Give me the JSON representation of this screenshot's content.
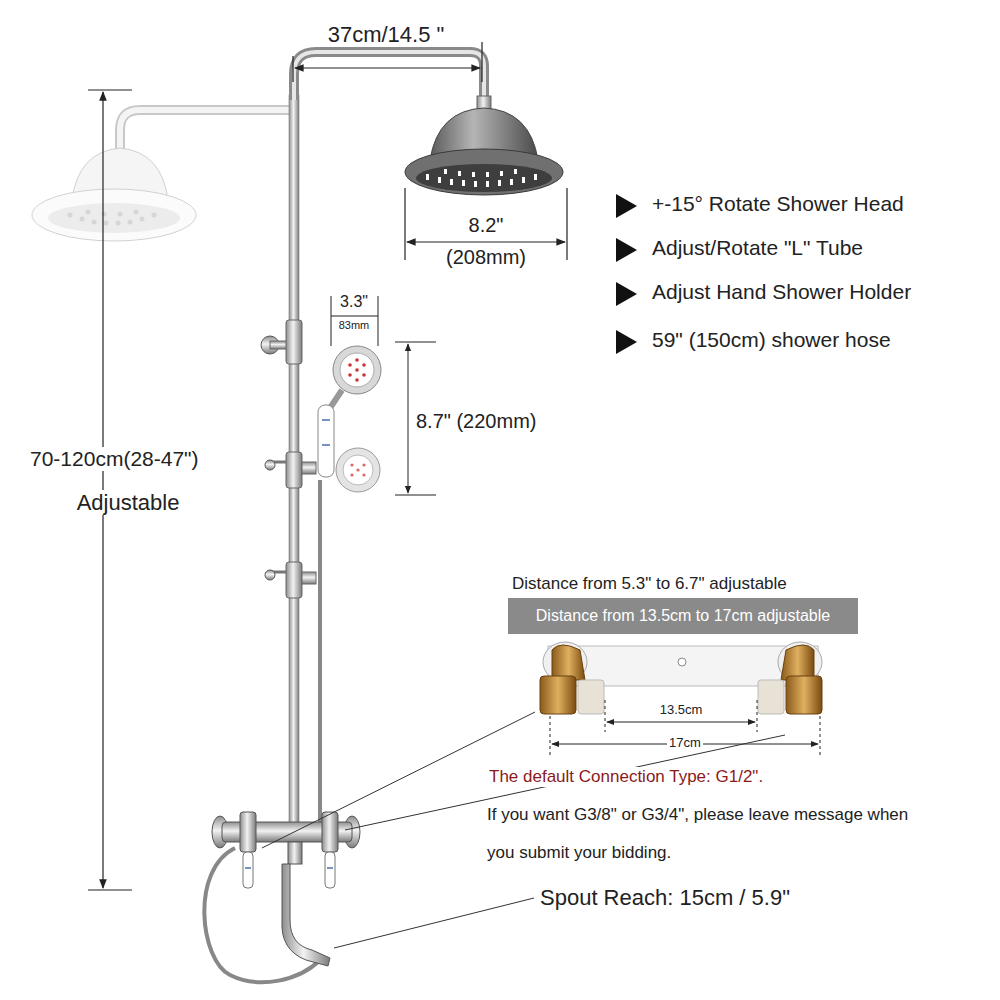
{
  "diagram": {
    "nodes": [
      {
        "text": [
          "Distance from 13.5cm to 17cm adjustable"
        ]
      }
    ],
    "labels": [
      "37cm/14.5 \"",
      "8.2\"",
      "(208mm)",
      "+-15° Rotate Shower Head",
      "Adjust/Rotate \"L\" Tube",
      "Adjust Hand Shower Holder",
      "59\" (150cm) shower hose",
      "3.3\"",
      "83mm",
      "8.7\" (220mm)",
      "70-120cm(28-47\")",
      "Adjustable",
      "Distance from 5.3\" to 6.7\" adjustable",
      "13.5cm",
      "17cm",
      "The default Connection Type: G1/2\".",
      "If you want G3/8\" or G3/4\", please leave message when you submit your bidding.",
      "Spout Reach: 15cm / 5.9\""
    ]
  }
}
